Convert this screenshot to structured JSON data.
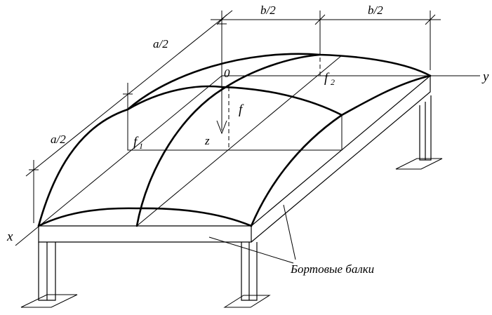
{
  "labels": {
    "half_b_left": "b/2",
    "half_b_right": "b/2",
    "half_a_top": "a/2",
    "half_a_bottom": "a/2",
    "origin": "0",
    "axis_y": "y",
    "axis_x": "x",
    "axis_z": "z",
    "rise_f": "f",
    "rise_f1_main": "f",
    "rise_f1_sub": "1",
    "rise_f2_main": "f",
    "rise_f2_sub": "2",
    "edge_beams": "Бортовые балки"
  }
}
